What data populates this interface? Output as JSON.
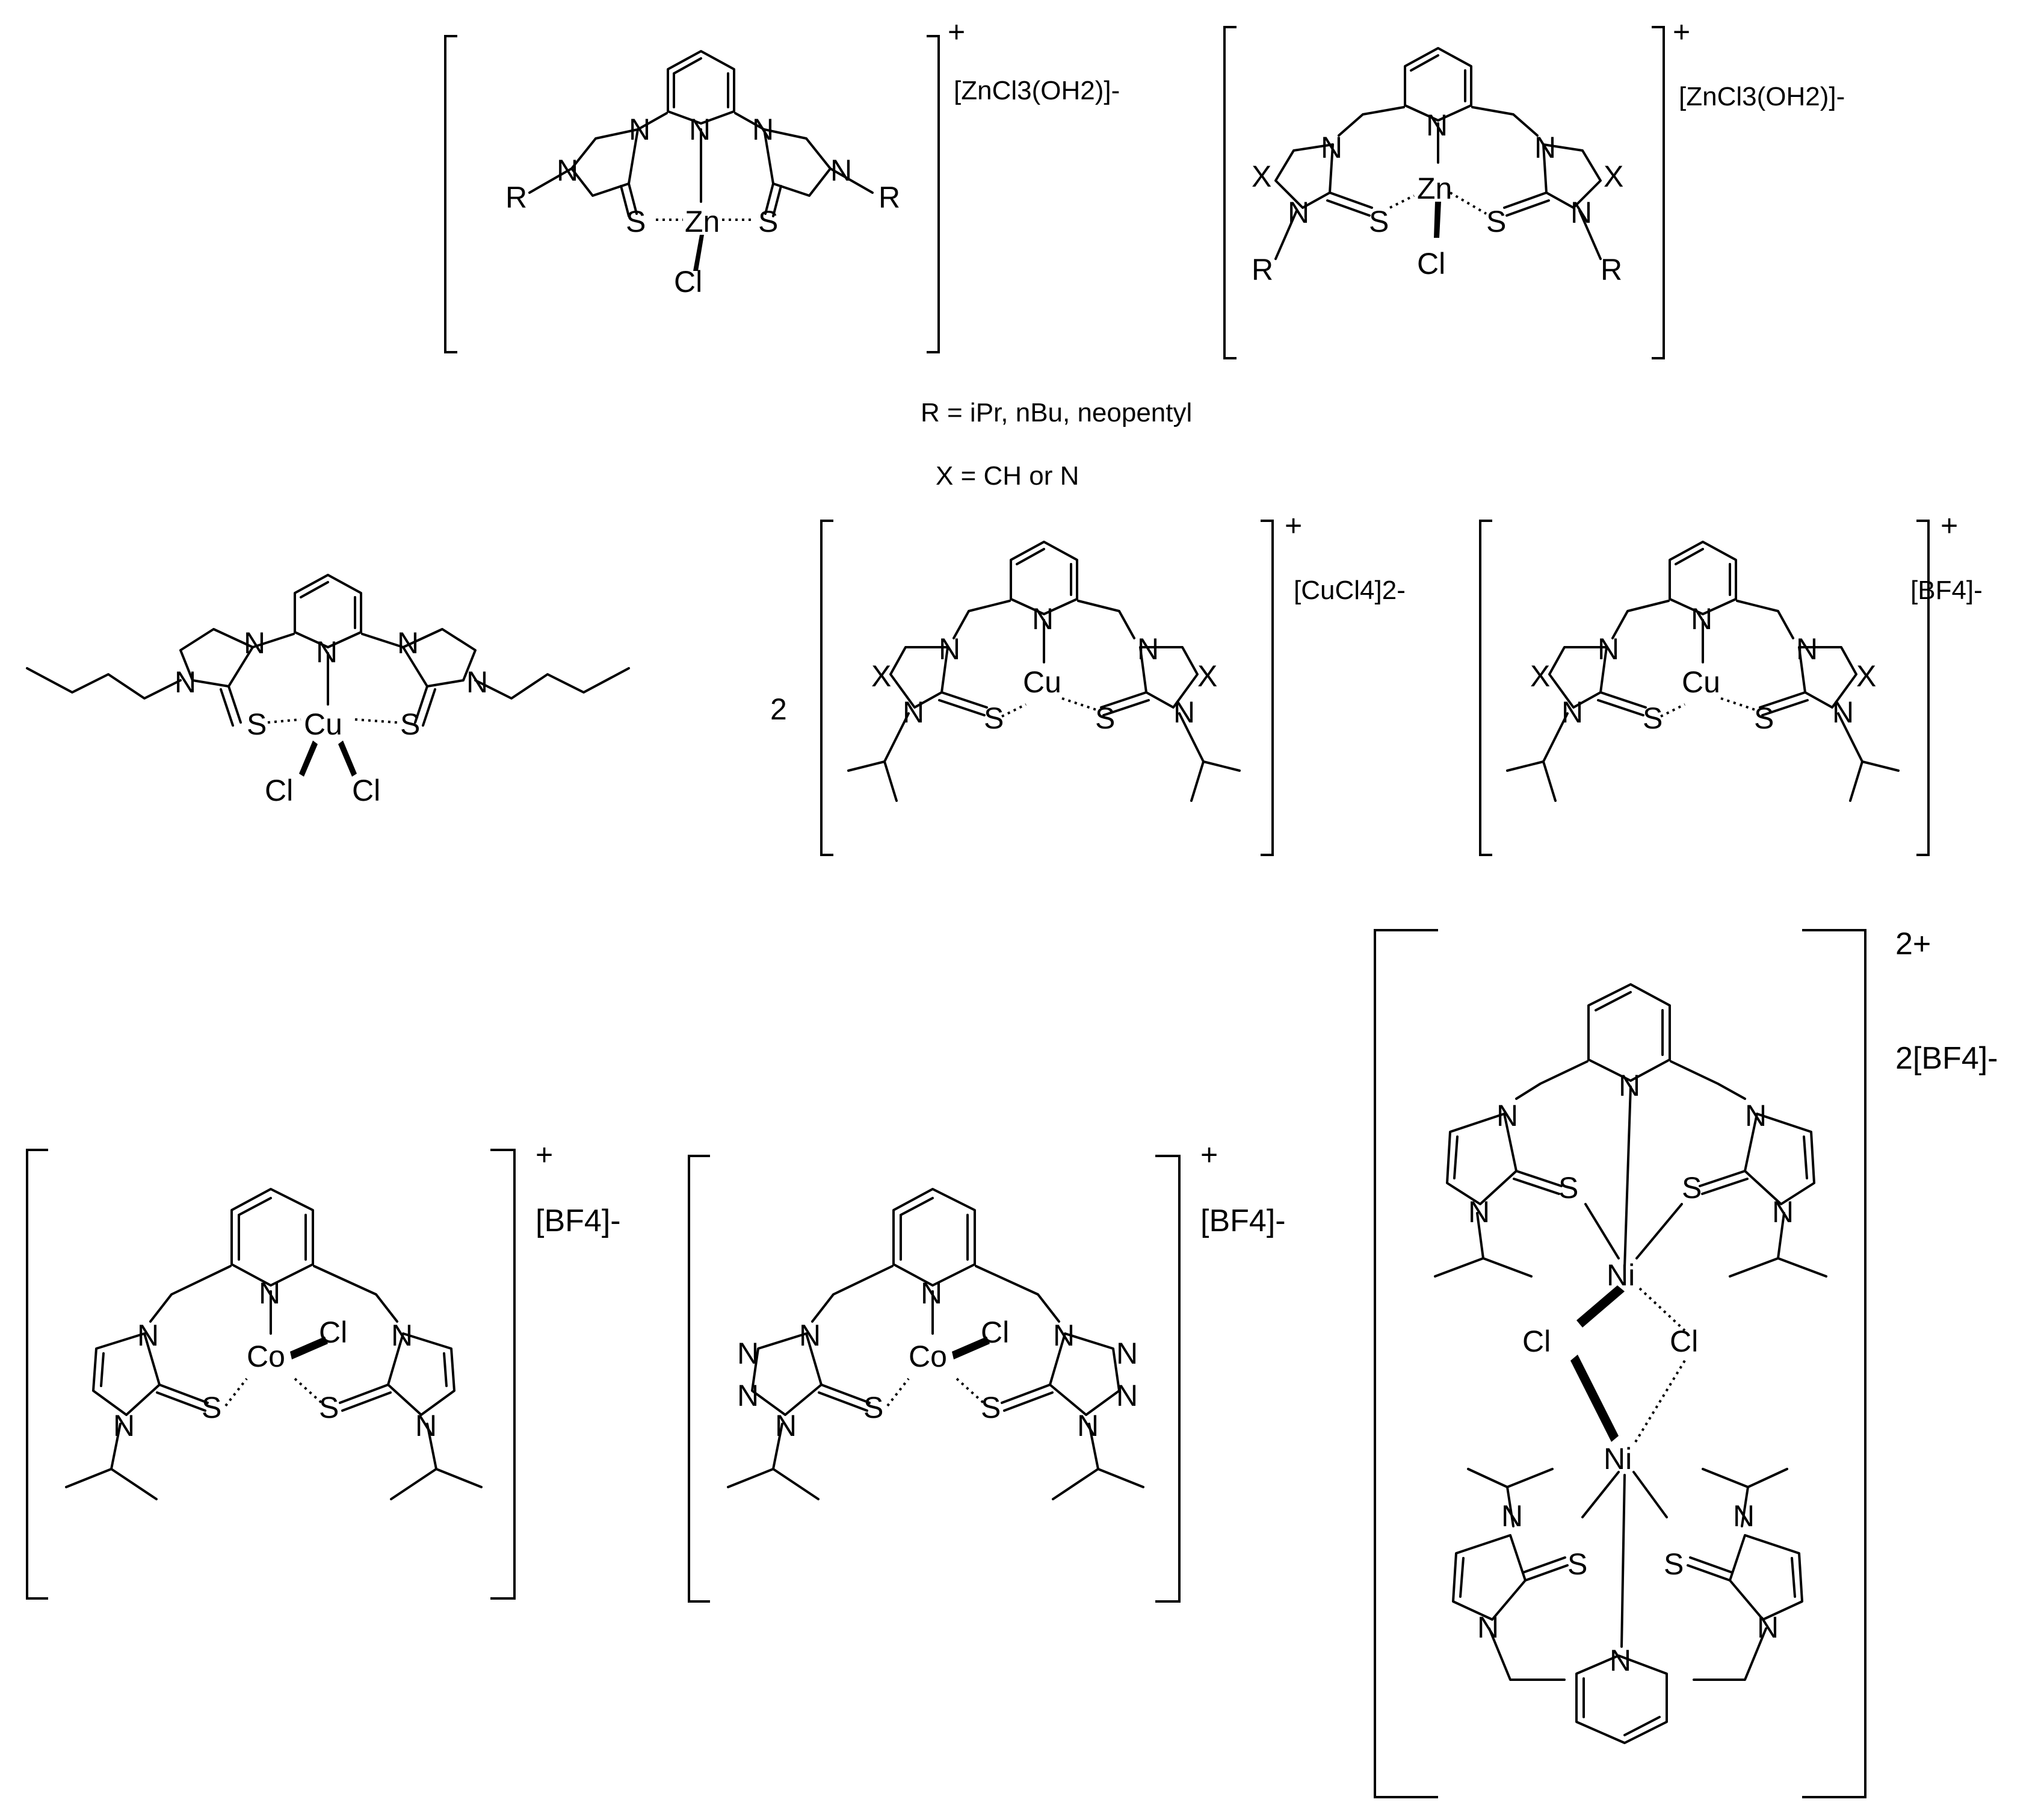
{
  "labels": {
    "zn1_counterion": "[ZnCl3(OH2)]-",
    "zn2_counterion": "[ZnCl3(OH2)]-",
    "cu2_coef": "2",
    "cu2_counterion": "[CuCl4]2-",
    "cu3_counterion": "[BF4]-",
    "co1_counterion": "[BF4]-",
    "co2_counterion": "[BF4]-",
    "ni_counterion": "2[BF4]-",
    "plus": "+",
    "ni_charge": "2+",
    "r_def": "R = iPr, nBu, neopentyl",
    "x_def": "X = CH or N"
  },
  "atoms": {
    "Zn": "Zn",
    "Cu": "Cu",
    "Co": "Co",
    "Ni": "Ni",
    "Cl": "Cl",
    "S": "S",
    "N": "N",
    "R": "R",
    "X": "X"
  },
  "colors": {
    "ink": "#000000",
    "background": "#ffffff"
  }
}
